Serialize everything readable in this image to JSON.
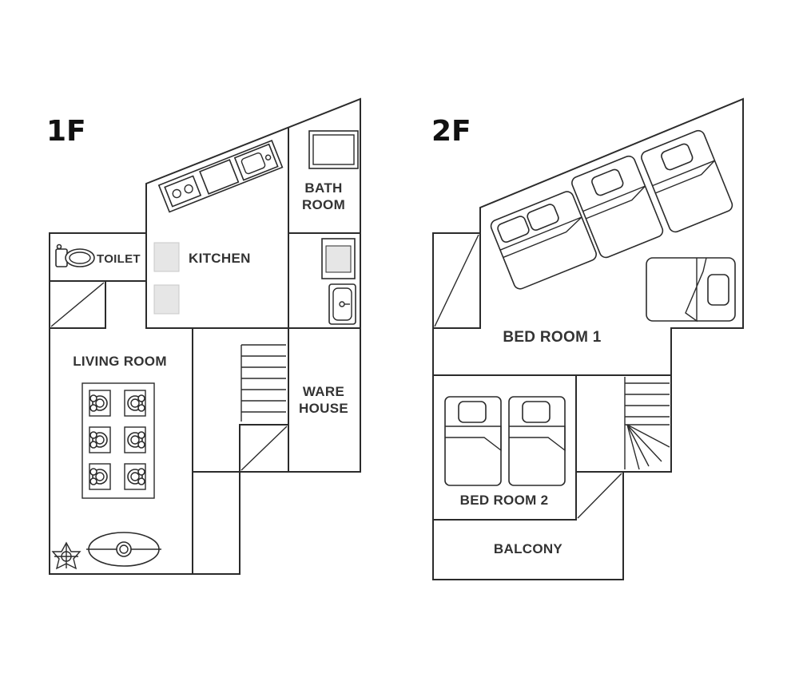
{
  "floors": {
    "first": {
      "label": "1F",
      "rooms": {
        "toilet": "TOILET",
        "kitchen": "KITCHEN",
        "bath_line1": "BATH",
        "bath_line2": "ROOM",
        "living": "LIVING ROOM",
        "ware_line1": "WARE",
        "ware_line2": "HOUSE"
      }
    },
    "second": {
      "label": "2F",
      "rooms": {
        "bed1": "BED ROOM 1",
        "bed2": "BED ROOM 2",
        "balcony": "BALCONY"
      }
    }
  },
  "colors": {
    "line": "#2b2b2b",
    "fill_light": "#e6e6e6"
  }
}
